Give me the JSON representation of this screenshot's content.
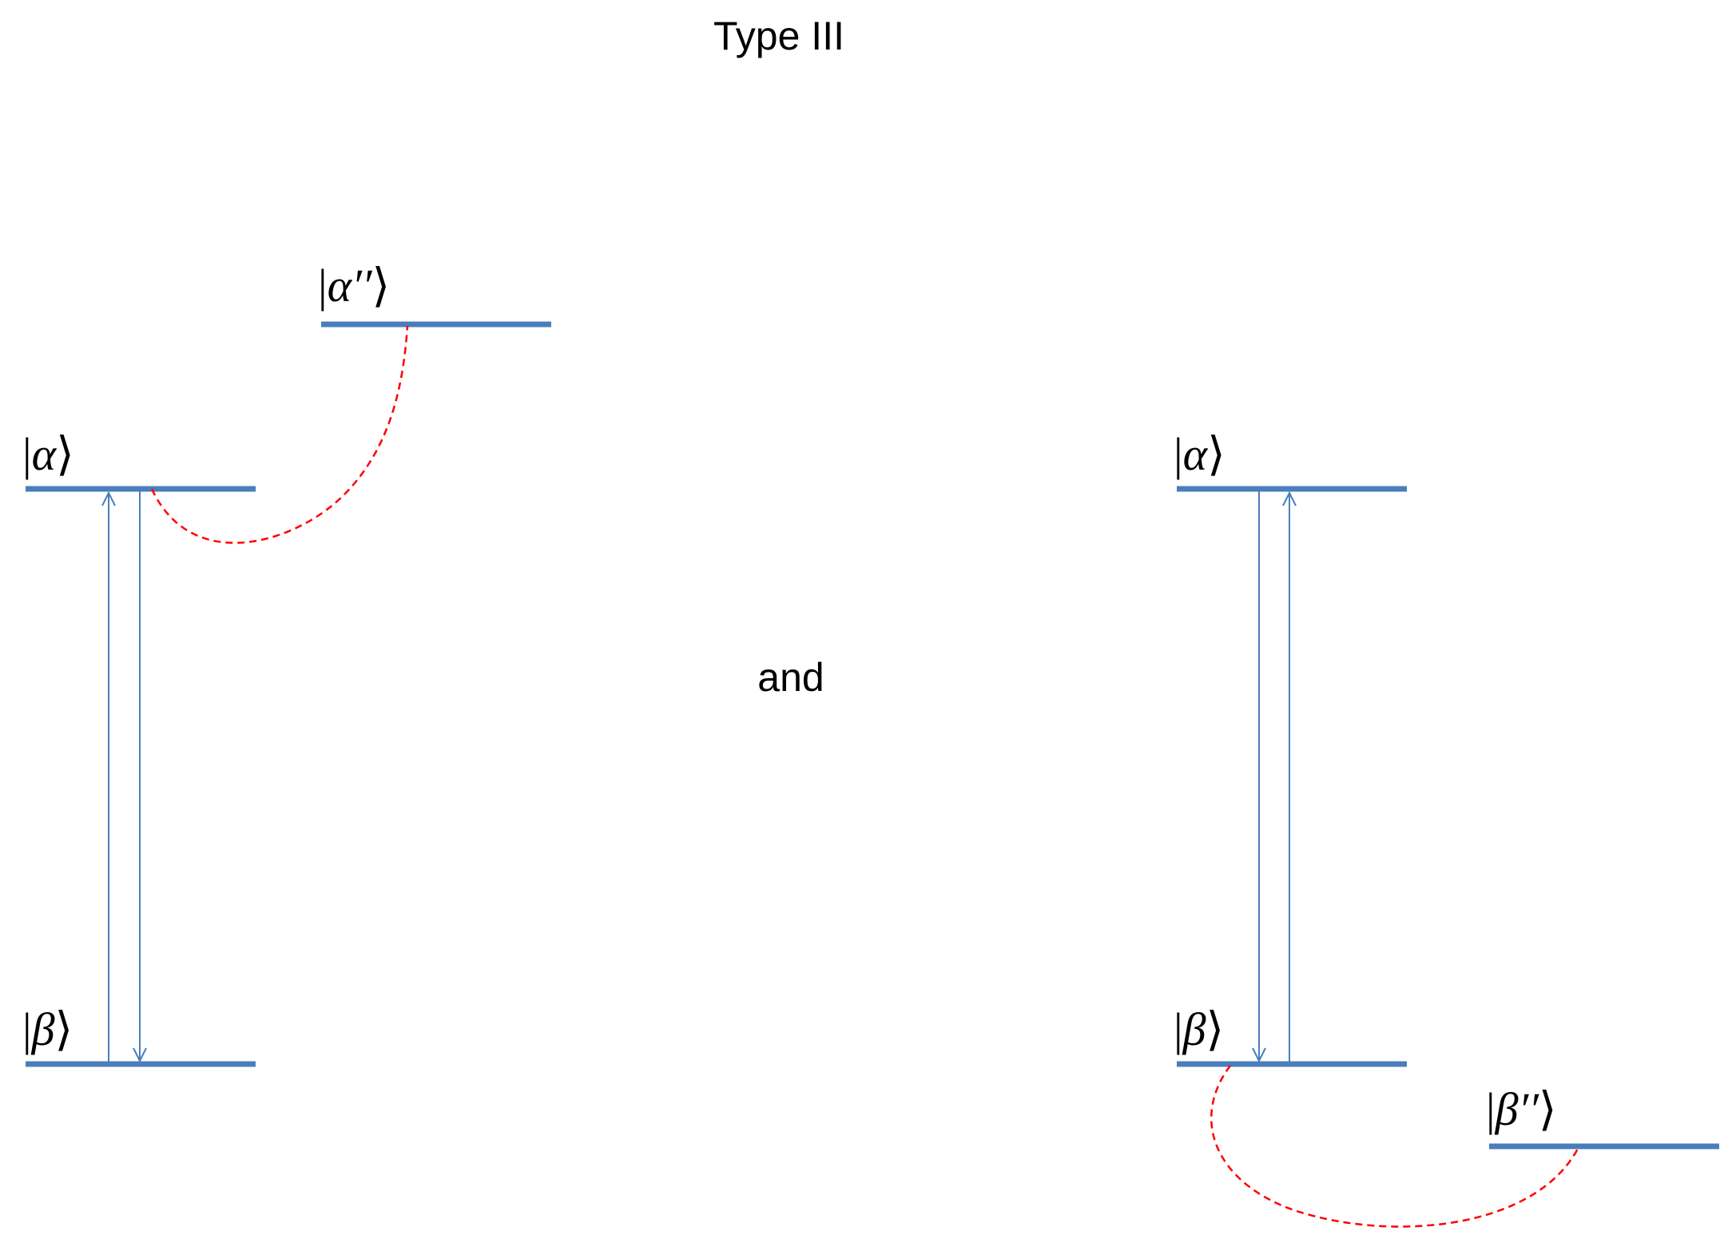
{
  "title": "Type III",
  "connector": "and",
  "colors": {
    "level_line": "#4a7ebb",
    "transition_arrow": "#4a7ebb",
    "coupling_curve": "#ff0000",
    "text": "#000000",
    "background": "#ffffff"
  },
  "left_panel": {
    "upper_state": {
      "bar": "|",
      "symbol": "α",
      "close": "⟩"
    },
    "lower_state": {
      "bar": "|",
      "symbol": "β",
      "close": "⟩"
    },
    "coupled_state": {
      "bar": "|",
      "symbol": "α′′",
      "close": "⟩"
    }
  },
  "right_panel": {
    "upper_state": {
      "bar": "|",
      "symbol": "α",
      "close": "⟩"
    },
    "lower_state": {
      "bar": "|",
      "symbol": "β",
      "close": "⟩"
    },
    "coupled_state": {
      "bar": "|",
      "symbol": "β′′",
      "close": "⟩"
    }
  }
}
